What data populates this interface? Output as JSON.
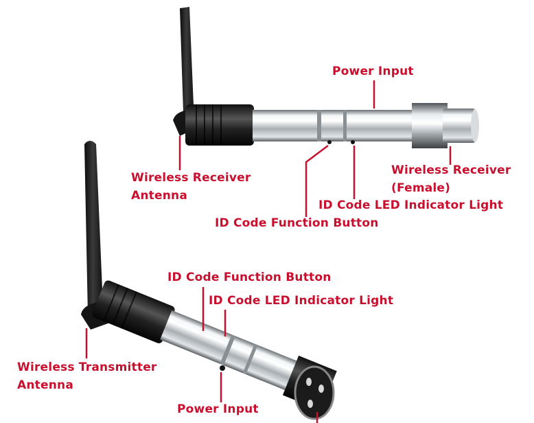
{
  "colors": {
    "label_red": "#c8102e",
    "leader_red": "#c8102e",
    "background": "#ffffff",
    "antenna_black": "#1a1a1a",
    "metal_silver": "#c9cdd1"
  },
  "receiver": {
    "power_input": "Power Input",
    "antenna": "Wireless Receiver",
    "antenna_line2": "Antenna",
    "connector": "Wireless Receiver",
    "connector_line2": "(Female)",
    "led": "ID Code LED Indicator Light",
    "button": "ID Code Function Button"
  },
  "transmitter": {
    "button": "ID Code Function Button",
    "led": "ID Code LED Indicator Light",
    "antenna": "Wireless Transmitter",
    "antenna_line2": "Antenna",
    "power_input": "Power Input"
  }
}
